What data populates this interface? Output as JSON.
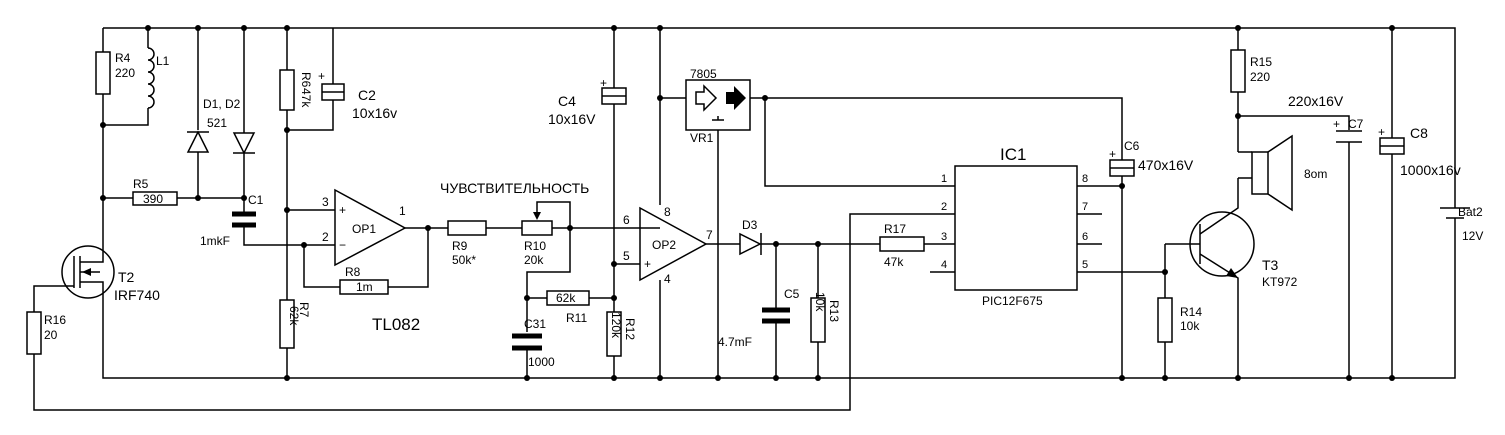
{
  "components": {
    "R4": {
      "ref": "R4",
      "value": "220"
    },
    "L1": {
      "ref": "L1"
    },
    "D12": {
      "ref": "D1, D2",
      "value": "521"
    },
    "R6": {
      "ref": "R6",
      "value": "47k"
    },
    "C2": {
      "ref": "C2",
      "value": "10x16v"
    },
    "R5": {
      "ref": "R5",
      "value": "390"
    },
    "C1": {
      "ref": "C1",
      "value": "1mkF"
    },
    "OP1": {
      "ref": "OP1"
    },
    "R8": {
      "ref": "R8",
      "value": "1m"
    },
    "R7": {
      "ref": "R7",
      "value": "62k"
    },
    "TL082": {
      "ref": "TL082"
    },
    "T2": {
      "ref": "T2",
      "value": "IRF740"
    },
    "R16": {
      "ref": "R16",
      "value": "20"
    },
    "R9": {
      "ref": "R9",
      "value": "50k*"
    },
    "R10": {
      "ref": "R10",
      "value": "20k",
      "caption": "ЧУВСТВИТЕЛЬНОСТЬ"
    },
    "R11": {
      "ref": "R11",
      "value": "62k"
    },
    "C31": {
      "ref": "C31",
      "value": "1000"
    },
    "R12": {
      "ref": "R12",
      "value": "120k"
    },
    "C4": {
      "ref": "C4",
      "value": "10x16V"
    },
    "OP2": {
      "ref": "OP2"
    },
    "VR1": {
      "ref": "VR1",
      "value": "7805"
    },
    "D3": {
      "ref": "D3"
    },
    "C5": {
      "ref": "C5",
      "value": "4.7mF"
    },
    "R13": {
      "ref": "R13",
      "value": "10k"
    },
    "R17": {
      "ref": "R17",
      "value": "47k"
    },
    "IC1": {
      "ref": "IC1",
      "value": "PIC12F675"
    },
    "C6": {
      "ref": "C6",
      "value": "470x16V"
    },
    "R14": {
      "ref": "R14",
      "value": "10k"
    },
    "T3": {
      "ref": "T3",
      "value": "KT972"
    },
    "R15": {
      "ref": "R15",
      "value": "220"
    },
    "C7": {
      "ref": "C7",
      "value": "220x16V"
    },
    "SPK": {
      "value": "8om"
    },
    "C8": {
      "ref": "C8",
      "value": "1000x16v"
    },
    "BAT": {
      "ref": "Bat2",
      "value": "12V"
    }
  },
  "pins": {
    "op1_plus": "3",
    "op1_minus": "2",
    "op1_out": "1",
    "op2_minus": "6",
    "op2_plus": "5",
    "op2_out": "7",
    "op2_vcc": "8",
    "op2_gnd": "4",
    "ic1": [
      "1",
      "2",
      "3",
      "4",
      "5",
      "6",
      "7",
      "8"
    ]
  },
  "symbols": {
    "plus": "+",
    "minus": "−"
  }
}
